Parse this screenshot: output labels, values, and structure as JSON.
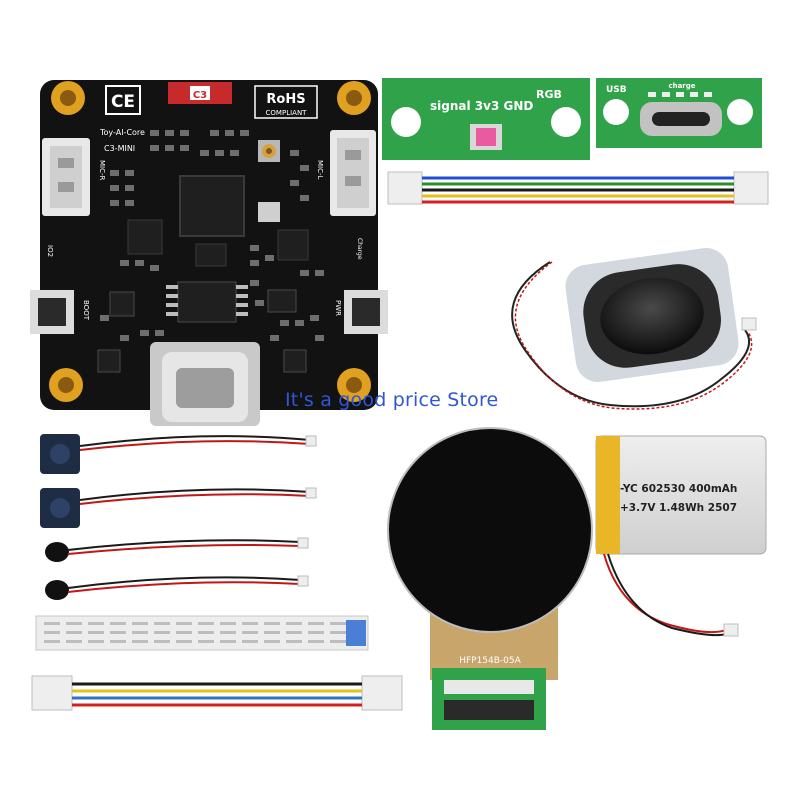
{
  "watermark": "It's a good price Store",
  "main_board": {
    "ce_mark": "CE",
    "rohs_line1": "RoHS",
    "rohs_line2": "COMPLIANT",
    "name_line1": "Toy-AI-Core",
    "name_line2": "C3-MINI",
    "label_mic_r": "MIC-R",
    "label_mic_l": "MIC-L",
    "label_io2": "IO2",
    "label_boot": "BOOT",
    "label_pwr": "PWR",
    "label_charge": "Charge",
    "label_c3": "C3"
  },
  "rgb_board": {
    "signal_label": "signal 3v3 GND",
    "rgb_label": "RGB"
  },
  "usb_board": {
    "usb_label": "USB",
    "charge_label": "charge"
  },
  "battery": {
    "line1": "-YC 602530 400mAh",
    "line2": "+3.7V 1.48Wh 2507"
  },
  "display": {
    "fpc_label": "HFP154B-05A"
  },
  "colors": {
    "board_black": "#121212",
    "board_green": "#2fa24a",
    "gold_pad": "#e0a020",
    "watermark_blue": "#2f56d6",
    "battery_yellow": "#e9b628"
  }
}
